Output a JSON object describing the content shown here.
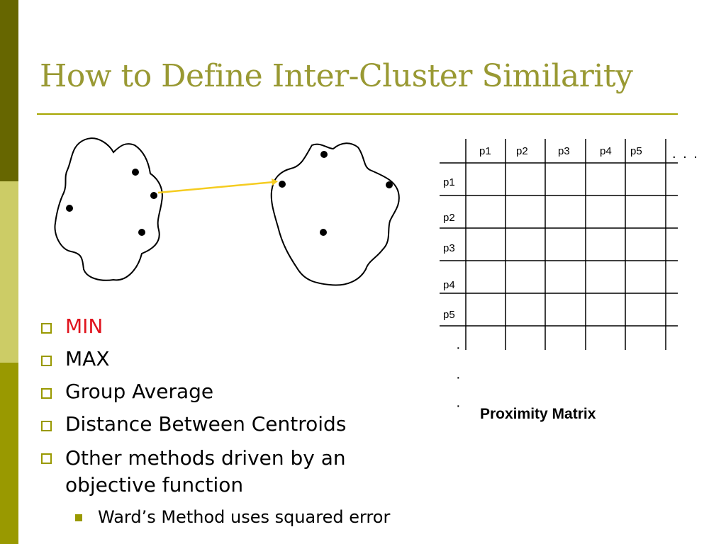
{
  "slide": {
    "title": "How to Define Inter-Cluster Similarity",
    "colors": {
      "title": "#999933",
      "sidebar_dark": "#666600",
      "sidebar_light": "#cccc66",
      "sidebar_mid": "#999900",
      "arrow": "#f5cc20",
      "highlight": "#e0141e"
    }
  },
  "bullets": [
    {
      "text": "MIN",
      "highlight": true
    },
    {
      "text": "MAX",
      "highlight": false
    },
    {
      "text": "Group Average",
      "highlight": false
    },
    {
      "text": "Distance Between Centroids",
      "highlight": false
    },
    {
      "text": "Other methods driven by an objective function",
      "line1": "Other methods driven by an",
      "line2": "objective function",
      "highlight": false
    }
  ],
  "sub_bullet": {
    "text": "Ward’s Method uses squared error"
  },
  "matrix": {
    "caption": "Proximity Matrix",
    "column_headers": [
      "p1",
      "p2",
      "p3",
      "p4",
      "p5"
    ],
    "row_headers": [
      "p1",
      "p2",
      "p3",
      "p4",
      "p5"
    ],
    "col_ellipsis": ". . .",
    "row_ellipsis": [
      "·",
      "·",
      "·"
    ]
  }
}
